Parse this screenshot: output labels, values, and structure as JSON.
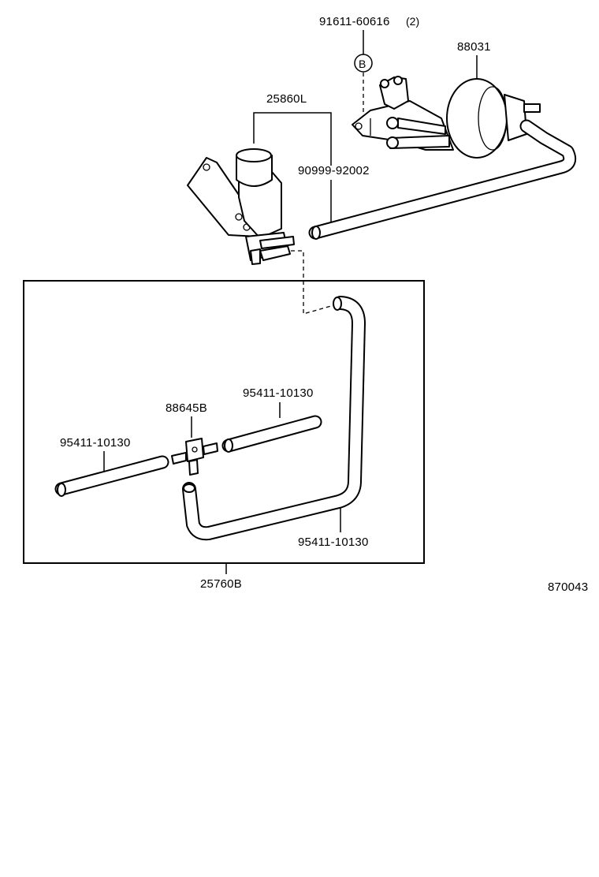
{
  "labels": {
    "bolt": "91611-60616",
    "bolt_qty": "(2)",
    "callout_b": "B",
    "actuator": "88031",
    "vsv": "25860L",
    "hose_long": "90999-92002",
    "tee": "88645B",
    "hose_right": "95411-10130",
    "hose_left": "95411-10130",
    "hose_bottom": "95411-10130",
    "kit": "25760B",
    "diagram_id": "870043"
  }
}
